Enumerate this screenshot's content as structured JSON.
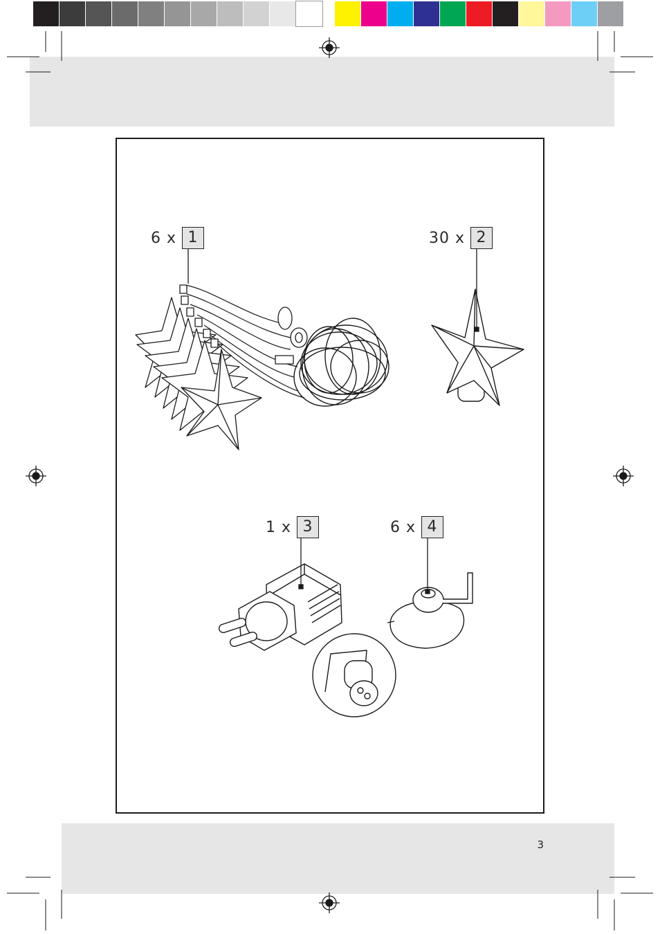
{
  "colors": {
    "grayscale_swatches": [
      "#231f20",
      "#3c3c3c",
      "#555555",
      "#6b6b6b",
      "#808080",
      "#959595",
      "#a8a8a8",
      "#bdbdbd",
      "#d2d2d2",
      "#e8e8e8",
      "#ffffff"
    ],
    "color_swatches": [
      "#fff200",
      "#ec008c",
      "#00aeef",
      "#2e3192",
      "#00a651",
      "#ed1c24",
      "#231f20",
      "#fff799",
      "#f49ac1",
      "#6dcff6",
      "#9d9fa2"
    ],
    "band": "#e6e6e6",
    "label_box": "#e4e4e4"
  },
  "parts": [
    {
      "quantity": "6 x",
      "number": "1",
      "icon": "star-light-string-icon"
    },
    {
      "quantity": "30 x",
      "number": "2",
      "icon": "star-icon"
    },
    {
      "quantity": "1 x",
      "number": "3",
      "icon": "power-adapter-icon"
    },
    {
      "quantity": "6 x",
      "number": "4",
      "icon": "suction-cup-icon"
    }
  ],
  "page_number": "3"
}
